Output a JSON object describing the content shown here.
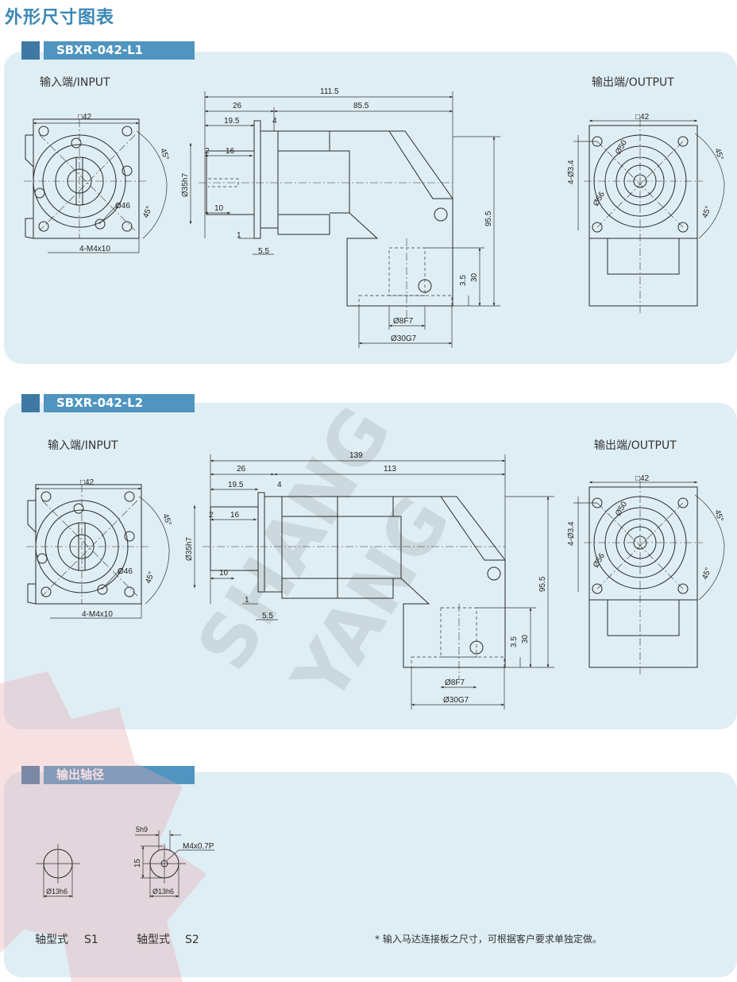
{
  "title": "外形尺寸图表",
  "watermark": "SHANG YANG",
  "colors": {
    "title": "#3a87b6",
    "panel": "#dfeef4",
    "header_bar": "#4f95c0",
    "header_square": "#3f79a3"
  },
  "sections": [
    {
      "header": "SBXR-042-L1",
      "input_label": "输入端/INPUT",
      "output_label": "输出端/OUTPUT",
      "input_view": {
        "square": "□42",
        "angle1": "45°",
        "angle2": "45°",
        "pcd": "Ø46",
        "bolts": "4-M4x10"
      },
      "side_view": {
        "total": "111.5",
        "d26": "26",
        "body": "85.5",
        "d19_5": "19.5",
        "d4": "4",
        "d2": "2",
        "d16": "16",
        "shaft_dia": "Ø35h7",
        "d10": "10",
        "d1": "1",
        "d5_5": "5.5",
        "height": "95.5",
        "d30": "30",
        "d3_5": "3.5",
        "bore": "Ø8F7",
        "pilot": "Ø30G7"
      },
      "output_view": {
        "square": "□42",
        "pcd1": "Ø50",
        "pcd2": "Ø56",
        "holes": "4-Ø3.4",
        "angle1": "45°",
        "angle2": "45°"
      }
    },
    {
      "header": "SBXR-042-L2",
      "input_label": "输入端/INPUT",
      "output_label": "输出端/OUTPUT",
      "input_view": {
        "square": "□42",
        "angle1": "45°",
        "angle2": "45°",
        "pcd": "Ø46",
        "bolts": "4-M4x10"
      },
      "side_view": {
        "total": "139",
        "d26": "26",
        "body": "113",
        "d19_5": "19.5",
        "d4": "4",
        "d2": "2",
        "d16": "16",
        "shaft_dia": "Ø35h7",
        "d10": "10",
        "d1": "1",
        "d5_5": "5.5",
        "height": "95.5",
        "d30": "30",
        "d3_5": "3.5",
        "bore": "Ø8F7",
        "pilot": "Ø30G7"
      },
      "output_view": {
        "square": "□42",
        "pcd1": "Ø50",
        "pcd2": "Ø56",
        "holes": "4-Ø3.4",
        "angle1": "45°",
        "angle2": "45°"
      }
    }
  ],
  "shaft": {
    "header": "输出轴径",
    "s1": {
      "label": "轴型式",
      "code": "S1",
      "dia": "Ø13h6"
    },
    "s2": {
      "label": "轴型式",
      "code": "S2",
      "dia": "Ø13h6",
      "key": "5h9",
      "height": "15",
      "thread": "M4x0.7P"
    },
    "note": "* 输入马达连接板之尺寸，可根据客户要求单独定做。"
  }
}
